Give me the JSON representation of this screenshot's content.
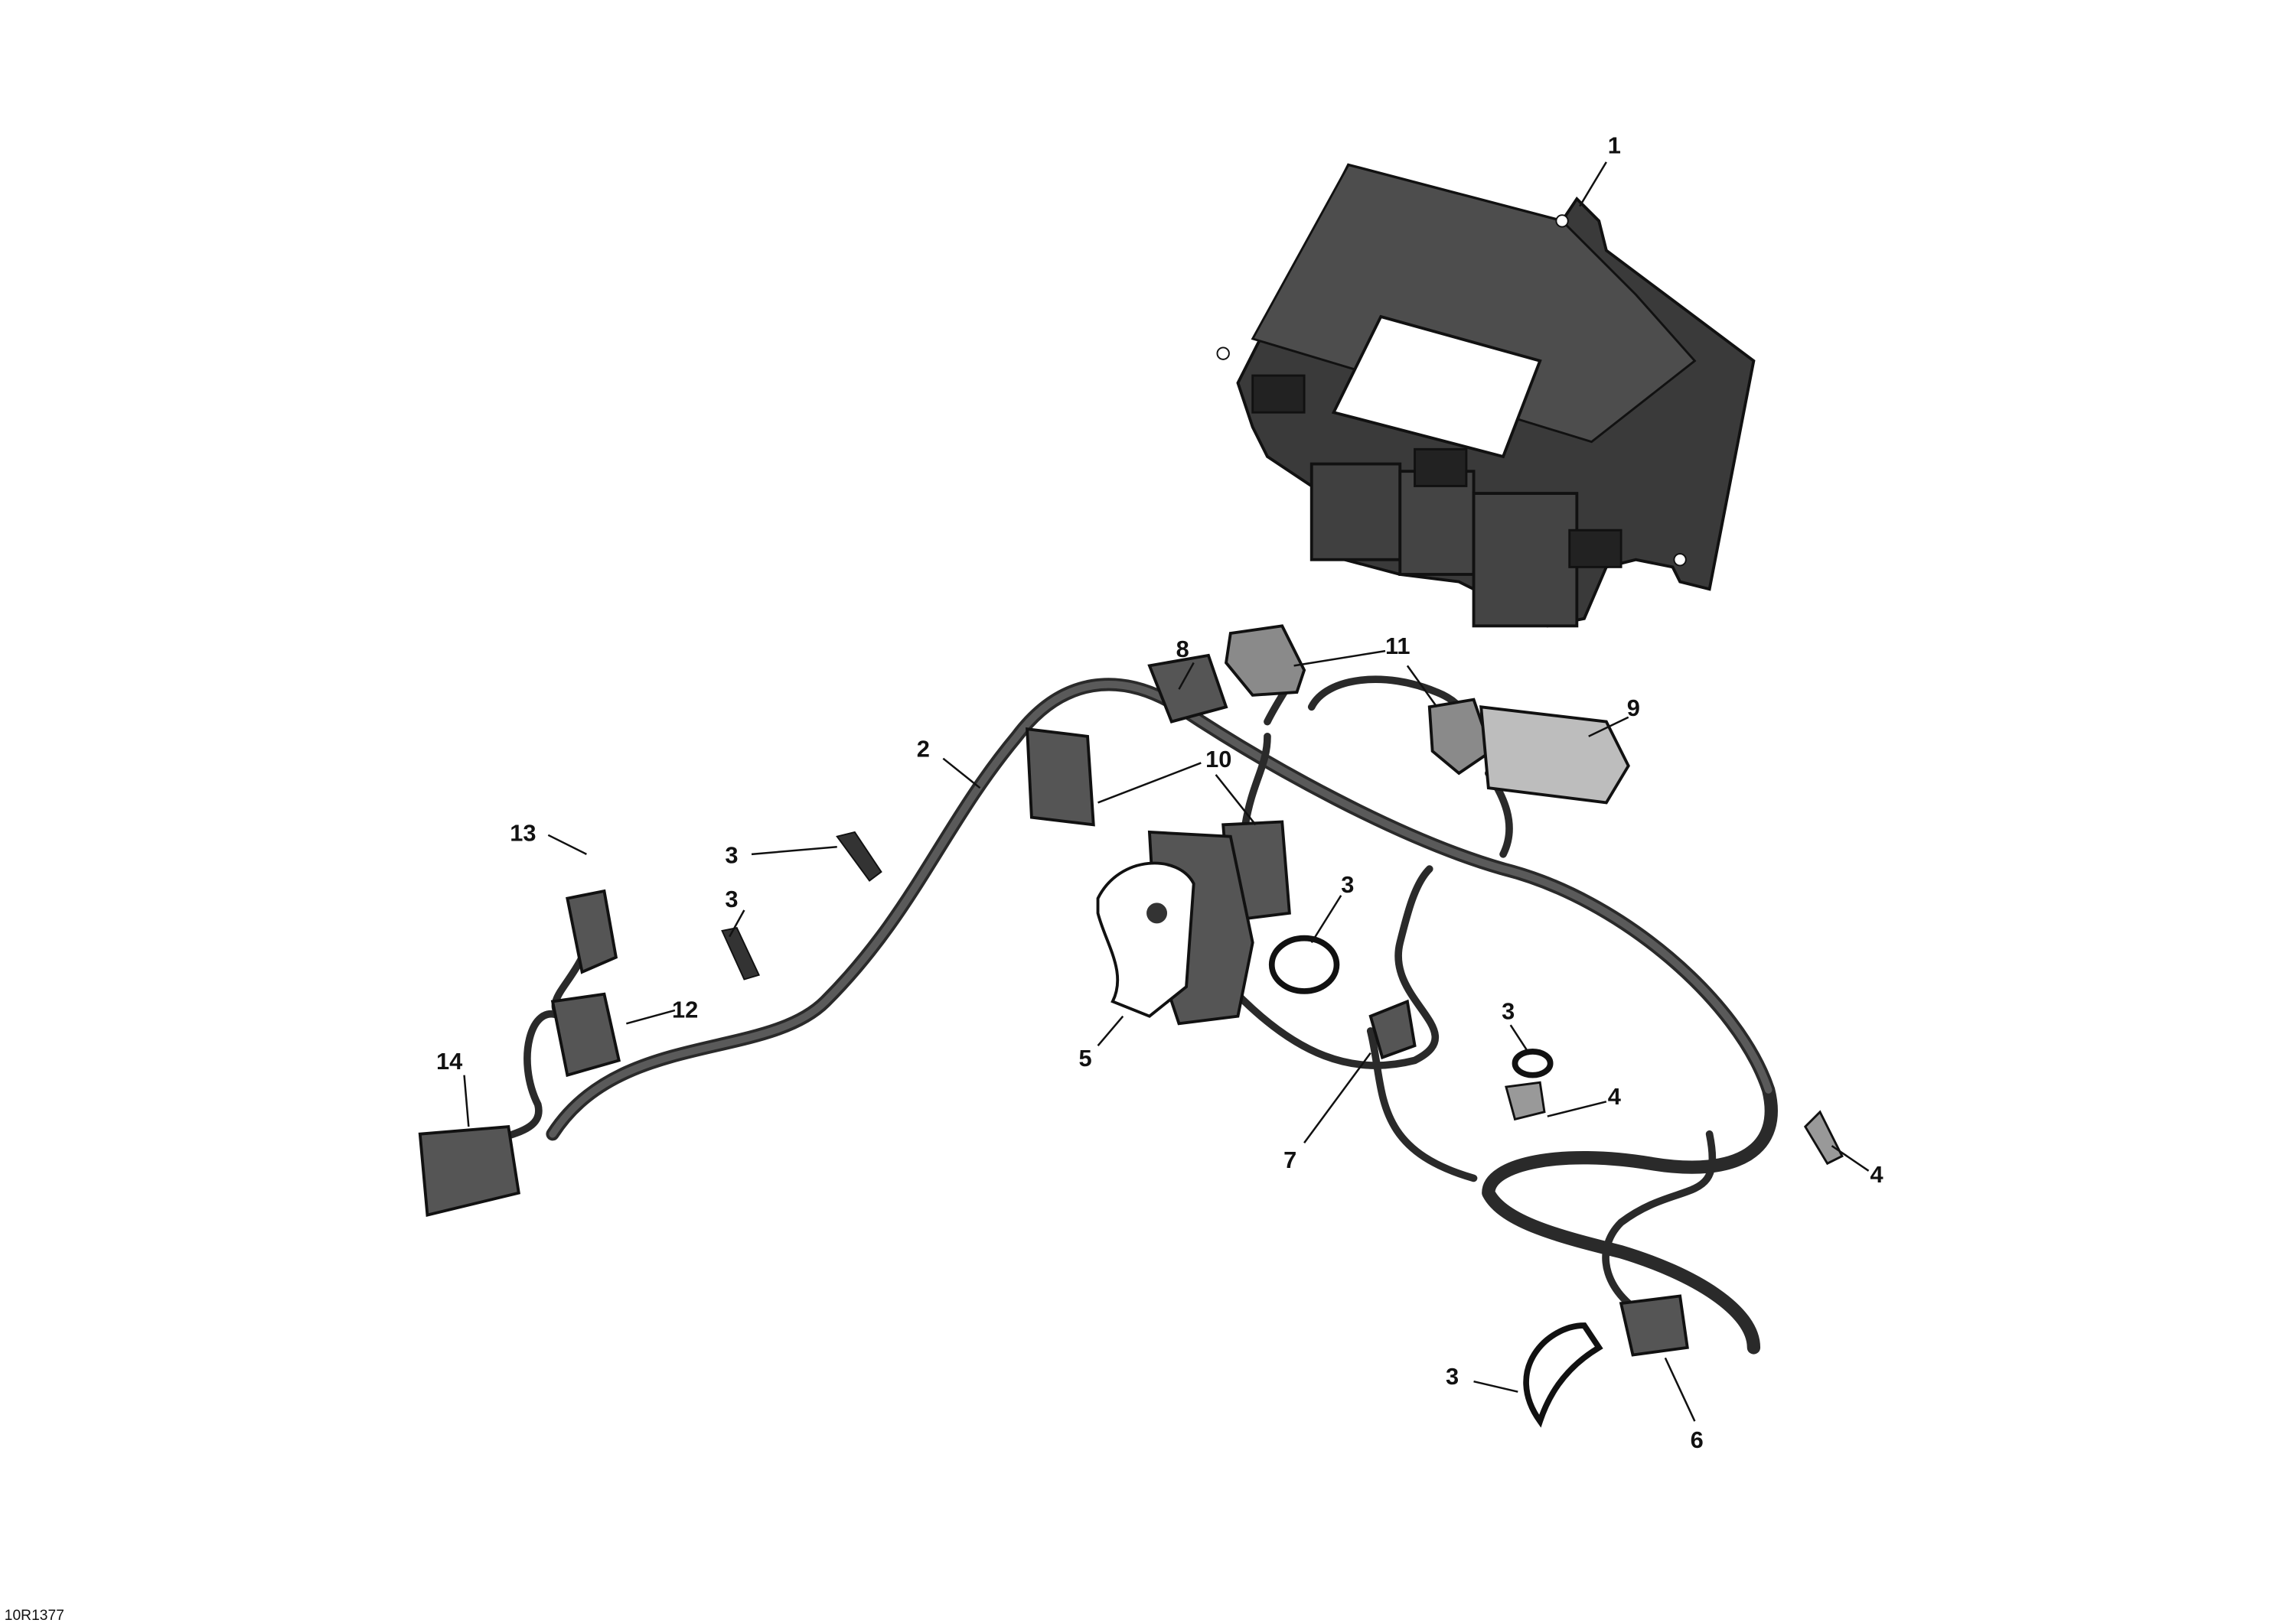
{
  "diagram": {
    "reference_code": "10R1377",
    "callouts": [
      {
        "id": "1"
      },
      {
        "id": "2"
      },
      {
        "id": "3"
      },
      {
        "id": "3"
      },
      {
        "id": "13"
      },
      {
        "id": "12"
      },
      {
        "id": "14"
      },
      {
        "id": "8"
      },
      {
        "id": "11"
      },
      {
        "id": "9"
      },
      {
        "id": "10"
      },
      {
        "id": "3"
      },
      {
        "id": "5"
      },
      {
        "id": "7"
      },
      {
        "id": "3"
      },
      {
        "id": "4"
      },
      {
        "id": "4"
      },
      {
        "id": "3"
      },
      {
        "id": "6"
      }
    ]
  }
}
